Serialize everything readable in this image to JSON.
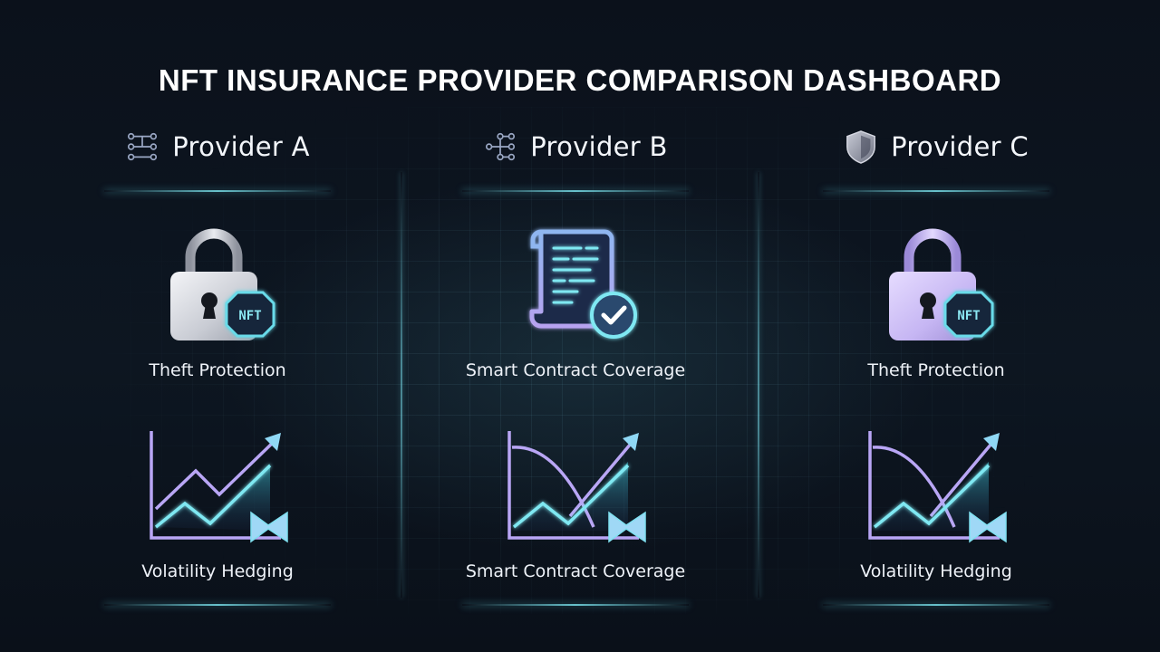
{
  "dashboard": {
    "title": "NFT INSURANCE PROVIDER COMPARISON DASHBOARD"
  },
  "providers": [
    {
      "name": "Provider A",
      "header_icon": "network-nodes-icon",
      "features": [
        {
          "label": "Theft Protection",
          "icon": "padlock-nft-icon"
        },
        {
          "label": "Volatility Hedging",
          "icon": "hedging-chart-icon"
        }
      ]
    },
    {
      "name": "Provider B",
      "header_icon": "network-nodes-icon",
      "features": [
        {
          "label": "Smart Contract Coverage",
          "icon": "contract-scroll-check-icon"
        },
        {
          "label": "Smart Contract Coverage",
          "icon": "hedging-chart-icon"
        }
      ]
    },
    {
      "name": "Provider C",
      "header_icon": "shield-icon",
      "features": [
        {
          "label": "Theft Protection",
          "icon": "padlock-nft-icon"
        },
        {
          "label": "Volatility Hedging",
          "icon": "hedging-chart-icon"
        }
      ]
    }
  ],
  "badge_text": "NFT",
  "colors": {
    "background": "#0b121c",
    "accent_cyan": "#6fe3f0",
    "accent_lavender": "#b9a6f5",
    "text": "#f1f4fa"
  }
}
